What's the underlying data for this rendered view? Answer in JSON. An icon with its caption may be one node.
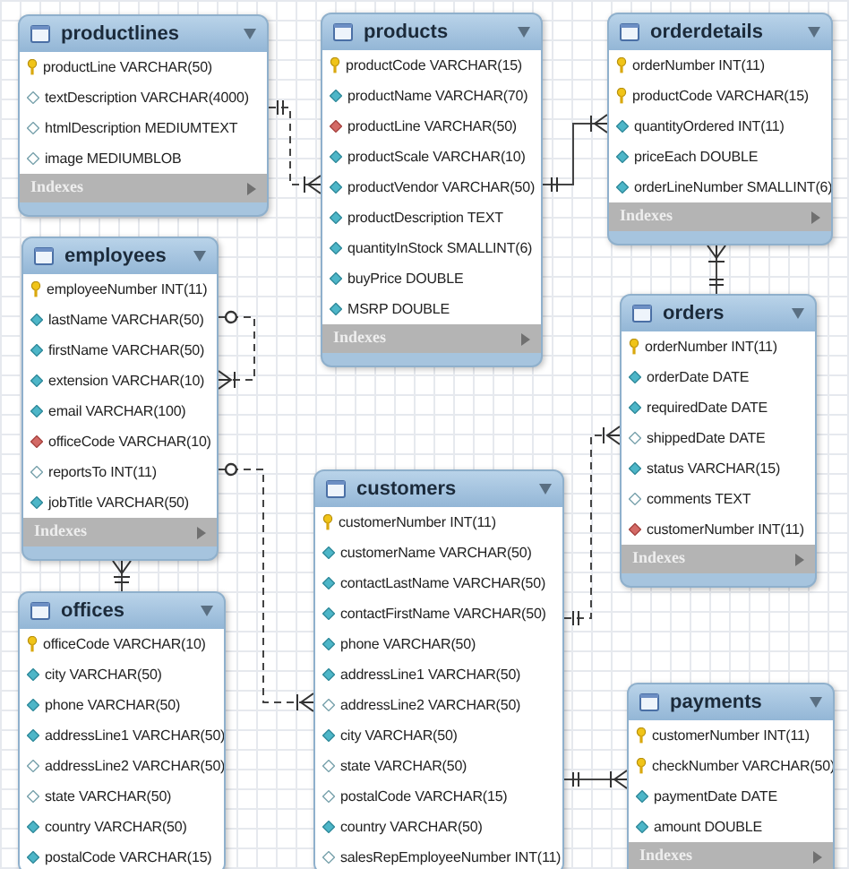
{
  "diagram": {
    "nodes": [
      {
        "text": [
          "productlines",
          "productLine VARCHAR(50)",
          "textDescription VARCHAR(4000)",
          "htmlDescription MEDIUMTEXT",
          "image MEDIUMBLOB",
          "Indexes"
        ]
      },
      {
        "text": [
          "products",
          "productCode VARCHAR(15)",
          "productName VARCHAR(70)",
          "productLine VARCHAR(50)",
          "productScale VARCHAR(10)",
          "productVendor VARCHAR(50)",
          "productDescription TEXT",
          "quantityInStock SMALLINT(6)",
          "buyPrice DOUBLE",
          "MSRP DOUBLE",
          "Indexes"
        ]
      },
      {
        "text": [
          "orderdetails",
          "orderNumber INT(11)",
          "productCode VARCHAR(15)",
          "quantityOrdered INT(11)",
          "priceEach DOUBLE",
          "orderLineNumber SMALLINT(6)",
          "Indexes"
        ]
      },
      {
        "text": [
          "employees",
          "employeeNumber INT(11)",
          "lastName VARCHAR(50)",
          "firstName VARCHAR(50)",
          "extension VARCHAR(10)",
          "email VARCHAR(100)",
          "officeCode VARCHAR(10)",
          "reportsTo INT(11)",
          "jobTitle VARCHAR(50)",
          "Indexes"
        ]
      },
      {
        "text": [
          "orders",
          "orderNumber INT(11)",
          "orderDate DATE",
          "requiredDate DATE",
          "shippedDate DATE",
          "status VARCHAR(15)",
          "comments TEXT",
          "customerNumber INT(11)",
          "Indexes"
        ]
      },
      {
        "text": [
          "customers",
          "customerNumber INT(11)",
          "customerName VARCHAR(50)",
          "contactLastName VARCHAR(50)",
          "contactFirstName VARCHAR(50)",
          "phone VARCHAR(50)",
          "addressLine1 VARCHAR(50)",
          "addressLine2 VARCHAR(50)",
          "city VARCHAR(50)",
          "state VARCHAR(50)",
          "postalCode VARCHAR(15)",
          "country VARCHAR(50)",
          "salesRepEmployeeNumber INT(11)"
        ]
      },
      {
        "text": [
          "offices",
          "officeCode VARCHAR(10)",
          "city VARCHAR(50)",
          "phone VARCHAR(50)",
          "addressLine1 VARCHAR(50)",
          "addressLine2 VARCHAR(50)",
          "state VARCHAR(50)",
          "country VARCHAR(50)",
          "postalCode VARCHAR(15)"
        ]
      },
      {
        "text": [
          "payments",
          "customerNumber INT(11)",
          "checkNumber VARCHAR(50)",
          "paymentDate DATE",
          "amount DOUBLE",
          "Indexes"
        ]
      }
    ],
    "edges": [
      {
        "from": 0,
        "to": 1,
        "arrow": "other",
        "style": "dashed"
      },
      {
        "from": 1,
        "to": 2,
        "arrow": "other"
      },
      {
        "from": 4,
        "to": 2,
        "arrow": "other"
      },
      {
        "from": 3,
        "to": 3,
        "arrow": "other",
        "style": "dashed"
      },
      {
        "from": 3,
        "to": 5,
        "arrow": "other",
        "style": "dashed"
      },
      {
        "from": 6,
        "to": 3,
        "arrow": "other"
      },
      {
        "from": 5,
        "to": 4,
        "arrow": "other",
        "style": "dashed"
      },
      {
        "from": 5,
        "to": 7,
        "arrow": "other"
      }
    ]
  }
}
